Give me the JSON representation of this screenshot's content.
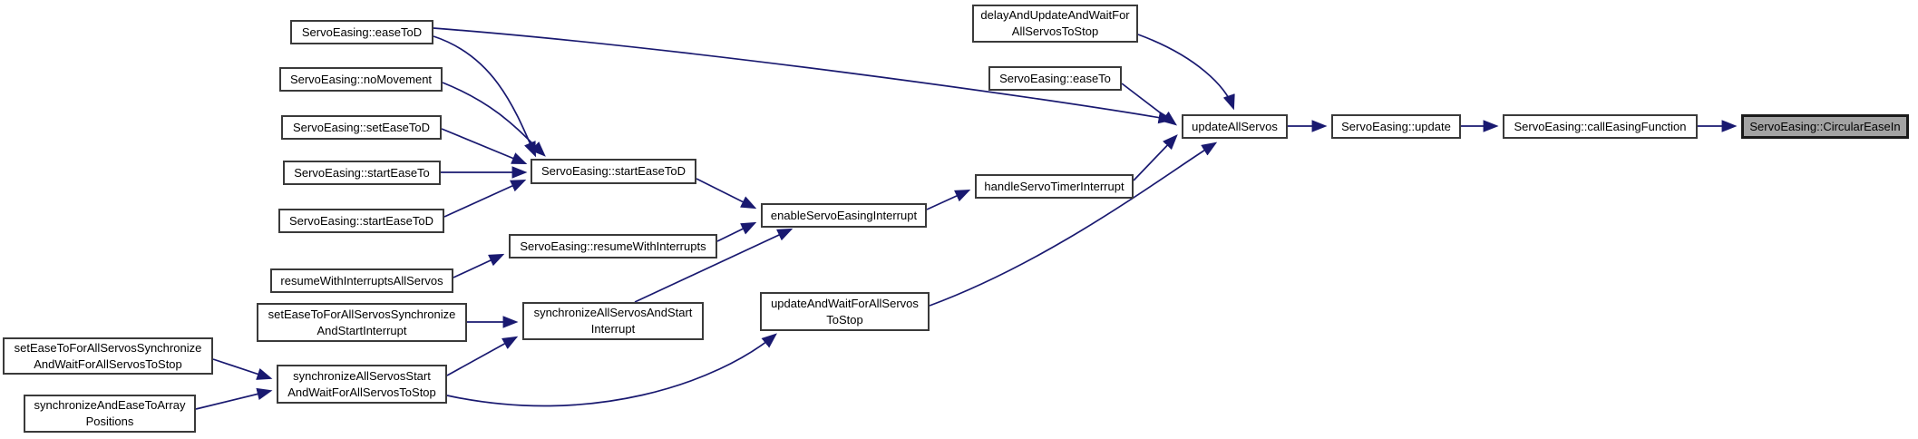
{
  "diagram": {
    "type": "call-graph",
    "highlighted_node": "ServoEasing::CircularEaseIn"
  },
  "colors": {
    "edge-color": "#191970",
    "node-border": "#3a3a3a",
    "node-fill": "#ffffff",
    "highlight-fill": "#a3a3a3",
    "highlight-border": "#1a1a1a",
    "text-color": "#000000"
  },
  "nodes": [
    {
      "id": "easeToD",
      "label": "ServoEasing::easeToD"
    },
    {
      "id": "noMovement",
      "label": "ServoEasing::noMovement"
    },
    {
      "id": "setEaseToD",
      "label": "ServoEasing::setEaseToD"
    },
    {
      "id": "startEaseTo",
      "label": "ServoEasing::startEaseTo"
    },
    {
      "id": "startEaseToD_src",
      "label": "ServoEasing::startEaseToD"
    },
    {
      "id": "startEaseToD_tgt",
      "label": "ServoEasing::startEaseToD"
    },
    {
      "id": "resumeWithInterruptsAllServos",
      "label": "resumeWithInterruptsAllServos"
    },
    {
      "id": "resumeWithInterrupts",
      "label": "ServoEasing::resumeWithInterrupts"
    },
    {
      "id": "setEaseToForAllServosSynchronizeAndStartInterrupt",
      "label": "setEaseToForAllServosSynchronize\nAndStartInterrupt"
    },
    {
      "id": "setEaseToForAllServosSynchronizeAndWaitForAllServosToStop",
      "label": "setEaseToForAllServosSynchronize\nAndWaitForAllServosToStop"
    },
    {
      "id": "synchronizeAndEaseToArrayPositions",
      "label": "synchronizeAndEaseToArray\nPositions"
    },
    {
      "id": "synchronizeAllServosStartAndWaitForAllServosToStop",
      "label": "synchronizeAllServosStart\nAndWaitForAllServosToStop"
    },
    {
      "id": "synchronizeAllServosAndStartInterrupt",
      "label": "synchronizeAllServosAndStart\nInterrupt"
    },
    {
      "id": "enableServoEasingInterrupt",
      "label": "enableServoEasingInterrupt"
    },
    {
      "id": "updateAndWaitForAllServosToStop",
      "label": "updateAndWaitForAllServos\nToStop"
    },
    {
      "id": "handleServoTimerInterrupt",
      "label": "handleServoTimerInterrupt"
    },
    {
      "id": "delayAndUpdateAndWaitForAllServosToStop",
      "label": "delayAndUpdateAndWaitFor\nAllServosToStop"
    },
    {
      "id": "easeTo",
      "label": "ServoEasing::easeTo"
    },
    {
      "id": "updateAllServos",
      "label": "updateAllServos"
    },
    {
      "id": "update",
      "label": "ServoEasing::update"
    },
    {
      "id": "callEasingFunction",
      "label": "ServoEasing::callEasingFunction"
    },
    {
      "id": "CircularEaseIn",
      "label": "ServoEasing::CircularEaseIn"
    }
  ],
  "edges": [
    {
      "from": "easeToD",
      "to": "startEaseToD_tgt"
    },
    {
      "from": "easeToD",
      "to": "updateAllServos"
    },
    {
      "from": "noMovement",
      "to": "startEaseToD_tgt"
    },
    {
      "from": "setEaseToD",
      "to": "startEaseToD_tgt"
    },
    {
      "from": "startEaseTo",
      "to": "startEaseToD_tgt"
    },
    {
      "from": "startEaseToD_src",
      "to": "startEaseToD_tgt"
    },
    {
      "from": "startEaseToD_tgt",
      "to": "enableServoEasingInterrupt"
    },
    {
      "from": "resumeWithInterruptsAllServos",
      "to": "resumeWithInterrupts"
    },
    {
      "from": "resumeWithInterrupts",
      "to": "enableServoEasingInterrupt"
    },
    {
      "from": "synchronizeAllServosAndStartInterrupt",
      "to": "enableServoEasingInterrupt"
    },
    {
      "from": "enableServoEasingInterrupt",
      "to": "handleServoTimerInterrupt"
    },
    {
      "from": "handleServoTimerInterrupt",
      "to": "updateAllServos"
    },
    {
      "from": "delayAndUpdateAndWaitForAllServosToStop",
      "to": "updateAllServos"
    },
    {
      "from": "easeTo",
      "to": "updateAllServos"
    },
    {
      "from": "updateAndWaitForAllServosToStop",
      "to": "updateAllServos"
    },
    {
      "from": "setEaseToForAllServosSynchronizeAndStartInterrupt",
      "to": "synchronizeAllServosAndStartInterrupt"
    },
    {
      "from": "synchronizeAllServosStartAndWaitForAllServosToStop",
      "to": "synchronizeAllServosAndStartInterrupt"
    },
    {
      "from": "setEaseToForAllServosSynchronizeAndWaitForAllServosToStop",
      "to": "synchronizeAllServosStartAndWaitForAllServosToStop"
    },
    {
      "from": "synchronizeAndEaseToArrayPositions",
      "to": "synchronizeAllServosStartAndWaitForAllServosToStop"
    },
    {
      "from": "synchronizeAllServosStartAndWaitForAllServosToStop",
      "to": "updateAndWaitForAllServosToStop"
    },
    {
      "from": "updateAllServos",
      "to": "update"
    },
    {
      "from": "update",
      "to": "callEasingFunction"
    },
    {
      "from": "callEasingFunction",
      "to": "CircularEaseIn"
    }
  ]
}
